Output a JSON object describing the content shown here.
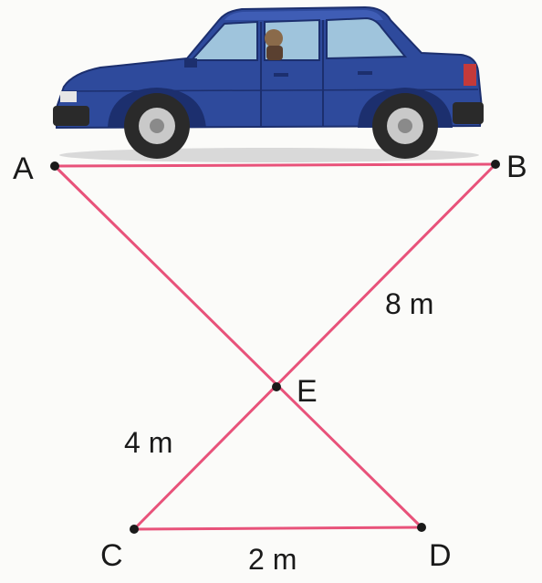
{
  "points": {
    "A": "A",
    "B": "B",
    "C": "C",
    "D": "D",
    "E": "E"
  },
  "lengths": {
    "EB": "8 m",
    "CE": "4 m",
    "CD": "2 m"
  },
  "colors": {
    "segment": "#e8527a",
    "point": "#1a1a1a",
    "car_body": "#2e4a9c",
    "car_dark": "#1c2f6e",
    "window": "#9fc4dc",
    "tire": "#2a2a2a",
    "rim": "#c9c9c9"
  },
  "icons": {
    "car": "car-icon"
  }
}
